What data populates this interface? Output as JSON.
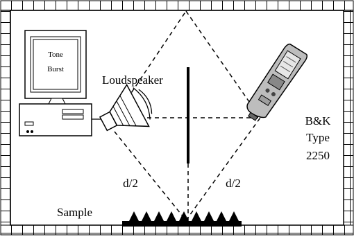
{
  "labels": {
    "screen_line1": "Tone",
    "screen_line2": "Burst",
    "loudspeaker": "Loudspeaker",
    "meter_line1": "B&K",
    "meter_line2": "Type",
    "meter_line3": "2250",
    "distance_left": "d/2",
    "distance_right": "d/2",
    "sample": "Sample"
  },
  "icons": [
    "computer-icon",
    "loudspeaker-icon",
    "sound-level-meter-icon"
  ],
  "colors": {
    "line": "#000000",
    "background": "#ffffff"
  }
}
